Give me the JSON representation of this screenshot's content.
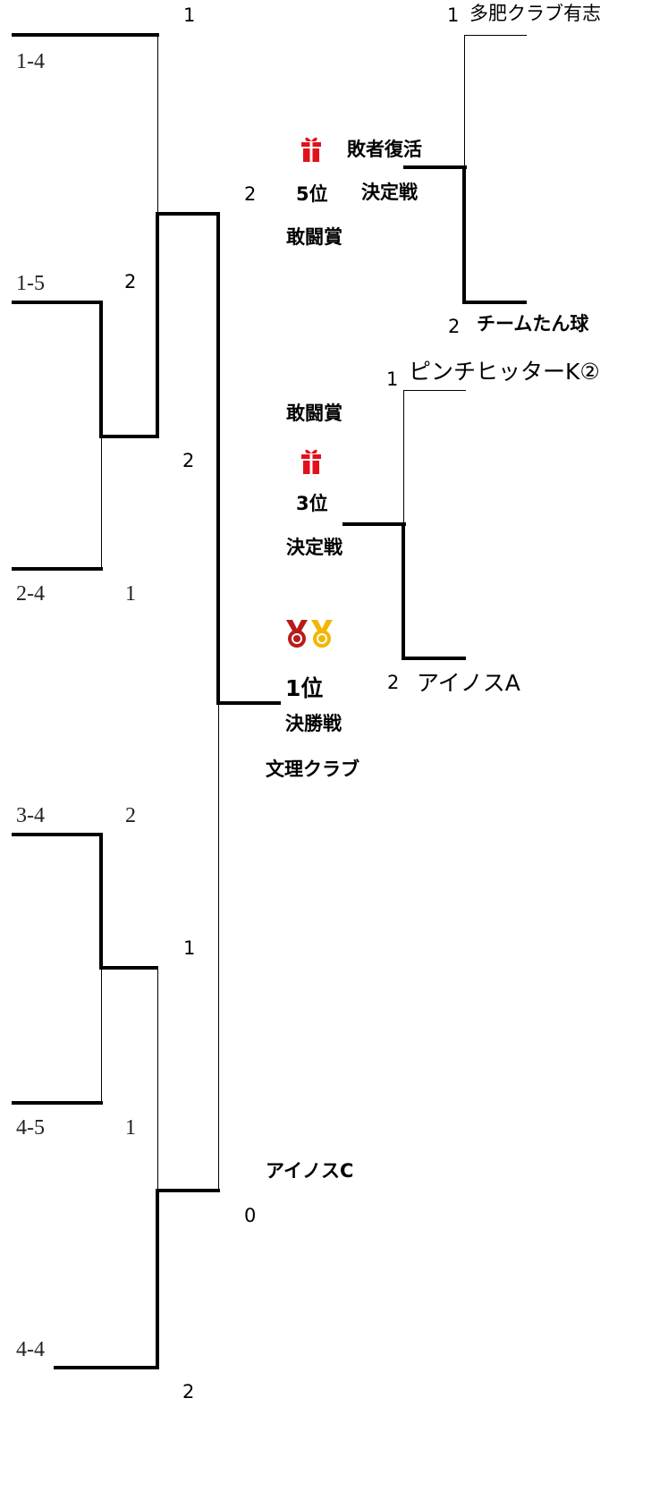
{
  "left_seeds": [
    "1-4",
    "1-5",
    "2-4",
    "3-4",
    "4-5",
    "4-4"
  ],
  "scores": {
    "r1_a_top": "1",
    "r1_a_mid": "2",
    "r1_b_bot": "1",
    "r2_upper": "2",
    "r2_top_right": "2",
    "r1_c_top": "2",
    "r1_c_bot": "1",
    "r2_lower": "1",
    "r1_d_right": "0",
    "r1_d_bot": "2"
  },
  "final": {
    "medal_colors": [
      "#b71c1c",
      "#f2b705"
    ],
    "rank": "1位",
    "label": "決勝戦",
    "winner": "文理クラブ",
    "runner_up": "アイノスC"
  },
  "third_place": {
    "award": "敢闘賞",
    "rank": "3位",
    "label": "決定戦",
    "top_score": "1",
    "top_team": "ピンチヒッターK②",
    "bottom_score": "2",
    "bottom_team": "アイノスA"
  },
  "fifth_place": {
    "subtitle": "敗者復活",
    "rank": "5位",
    "label": "決定戦",
    "award": "敢闘賞",
    "top_score": "1",
    "top_team": "多肥クラブ有志",
    "bottom_score": "2",
    "bottom_team": "チームたん球"
  },
  "icons": {
    "gift_color": "#e1121b"
  }
}
